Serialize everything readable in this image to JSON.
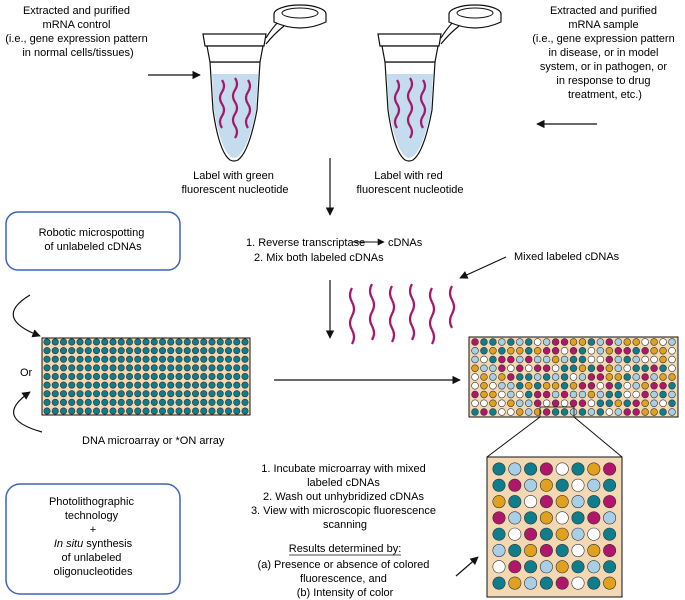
{
  "control_label": [
    "Extracted and purified",
    "mRNA control",
    "(i.e., gene expression pattern",
    "in normal cells/tissues)"
  ],
  "sample_label": [
    "Extracted and purified",
    "mRNA sample",
    "(i.e., gene expression pattern",
    "in disease, or in model",
    "system, or in pathogen, or",
    "in response to drug",
    "treatment, etc.)"
  ],
  "green_label": [
    "Label with green",
    "fluorescent nucleotide"
  ],
  "red_label": [
    "Label with red",
    "fluorescent nucleotide"
  ],
  "robotic_box": [
    "Robotic microspotting",
    "of unlabeled cDNAs"
  ],
  "steps_top": [
    "1. Reverse transcriptase",
    "cDNAs",
    "2. Mix both labeled cDNAs"
  ],
  "mixed_label": "Mixed labeled cDNAs",
  "or_label": "Or",
  "array_label": "DNA microarray or *ON array",
  "photo_box": {
    "line1": "Photolithographic",
    "line2": "technology",
    "line3": "+",
    "insitu_italic": "In situ",
    "insitu_rest": " synthesis",
    "line5": "of unlabeled",
    "line6": "oligonucleotides"
  },
  "steps_bottom": [
    "1. Incubate microarray with mixed",
    "labeled cDNAs",
    "2. Wash out unhybridized cDNAs",
    "3. View with microscopic fluorescence",
    "scanning"
  ],
  "results_title": "Results determined by:",
  "results_lines": [
    "(a) Presence or absence of colored",
    "fluorescence, and",
    "(b) Intensity of color"
  ],
  "colors": {
    "spot_teal": "#0f7d8c",
    "spot_magenta": "#b0176a",
    "spot_orange": "#e0a020",
    "spot_lightblue": "#a8cfe6",
    "spot_white": "#ffffff",
    "array_bg": "#f3d9b3",
    "box_border": "#3f63b5",
    "liquid": "#c4dced",
    "strand": "#a31a6b"
  },
  "zoom_grid": [
    [
      "teal",
      "lightblue",
      "teal",
      "magenta",
      "white",
      "teal",
      "orange",
      "magenta"
    ],
    [
      "teal",
      "magenta",
      "lightblue",
      "orange",
      "teal",
      "white",
      "lightblue",
      "teal"
    ],
    [
      "orange",
      "teal",
      "white",
      "magenta",
      "orange",
      "lightblue",
      "teal",
      "magenta"
    ],
    [
      "magenta",
      "lightblue",
      "teal",
      "orange",
      "white",
      "teal",
      "magenta",
      "lightblue"
    ],
    [
      "teal",
      "white",
      "magenta",
      "teal",
      "orange",
      "lightblue",
      "white",
      "teal"
    ],
    [
      "lightblue",
      "teal",
      "orange",
      "magenta",
      "teal",
      "white",
      "orange",
      "magenta"
    ],
    [
      "white",
      "magenta",
      "teal",
      "lightblue",
      "orange",
      "teal",
      "lightblue",
      "teal"
    ],
    [
      "teal",
      "orange",
      "lightblue",
      "teal",
      "magenta",
      "white",
      "teal",
      "orange"
    ]
  ]
}
